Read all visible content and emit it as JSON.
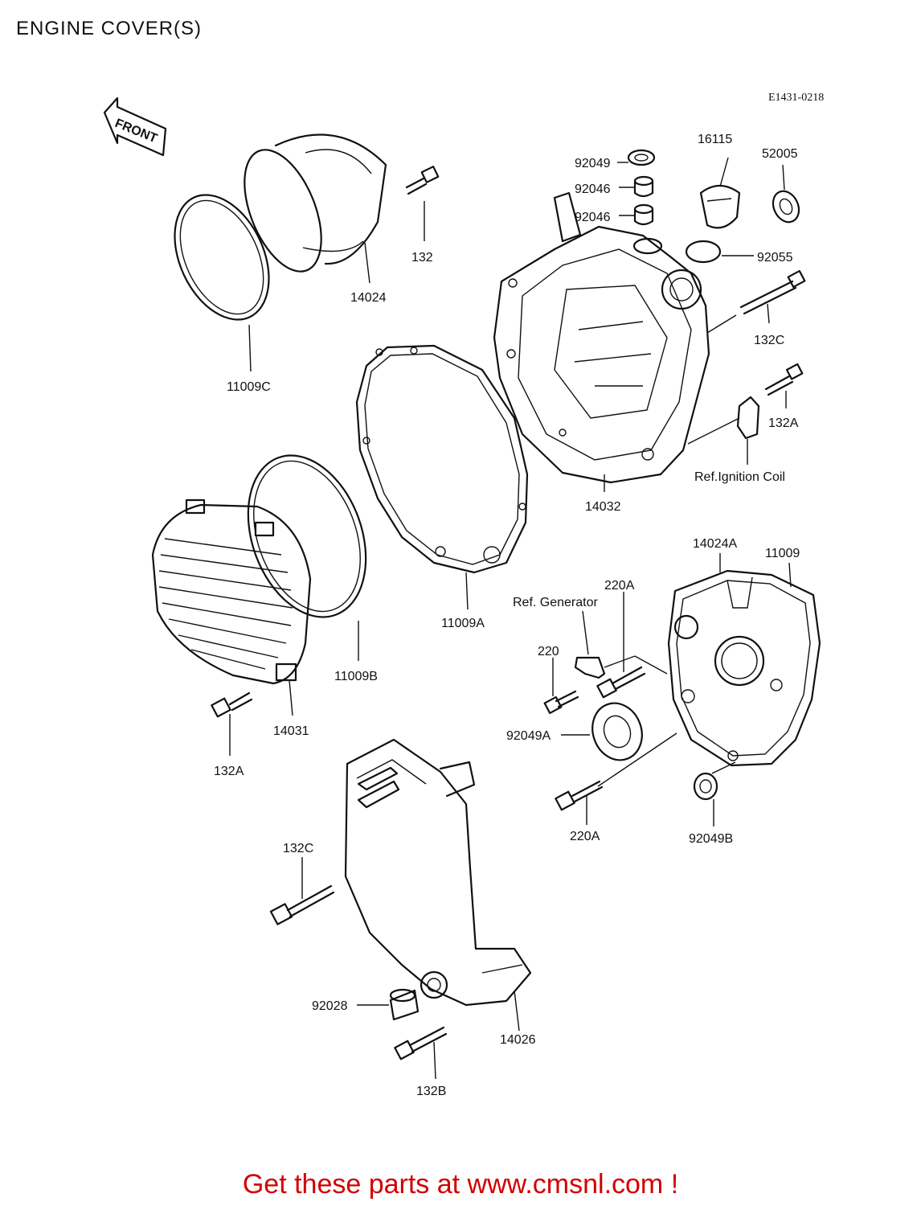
{
  "page": {
    "title": "ENGINE COVER(S)",
    "diagram_code": "E1431-0218",
    "front_marker": "FRONT",
    "footer_link": "Get these parts at www.cmsnl.com !",
    "footer_color": "#d20000"
  },
  "callouts": [
    {
      "id": "c-92049",
      "text": "92049"
    },
    {
      "id": "c-92046a",
      "text": "92046"
    },
    {
      "id": "c-92046b",
      "text": "92046"
    },
    {
      "id": "c-16115",
      "text": "16115"
    },
    {
      "id": "c-52005",
      "text": "52005"
    },
    {
      "id": "c-92055",
      "text": "92055"
    },
    {
      "id": "c-132",
      "text": "132"
    },
    {
      "id": "c-14024",
      "text": "14024"
    },
    {
      "id": "c-11009c",
      "text": "11009C"
    },
    {
      "id": "c-132c-top",
      "text": "132C"
    },
    {
      "id": "c-132a-right",
      "text": "132A"
    },
    {
      "id": "c-ref-ignition",
      "text": "Ref.Ignition Coil"
    },
    {
      "id": "c-14032",
      "text": "14032"
    },
    {
      "id": "c-14024a",
      "text": "14024A"
    },
    {
      "id": "c-11009",
      "text": "11009"
    },
    {
      "id": "c-220a-top",
      "text": "220A"
    },
    {
      "id": "c-ref-generator",
      "text": "Ref. Generator"
    },
    {
      "id": "c-11009a",
      "text": "11009A"
    },
    {
      "id": "c-220",
      "text": "220"
    },
    {
      "id": "c-11009b",
      "text": "11009B"
    },
    {
      "id": "c-14031",
      "text": "14031"
    },
    {
      "id": "c-92049a",
      "text": "92049A"
    },
    {
      "id": "c-132a-left",
      "text": "132A"
    },
    {
      "id": "c-220a-bottom",
      "text": "220A"
    },
    {
      "id": "c-92049b",
      "text": "92049B"
    },
    {
      "id": "c-132c-bottom",
      "text": "132C"
    },
    {
      "id": "c-92028",
      "text": "92028"
    },
    {
      "id": "c-14026",
      "text": "14026"
    },
    {
      "id": "c-132b",
      "text": "132B"
    }
  ]
}
